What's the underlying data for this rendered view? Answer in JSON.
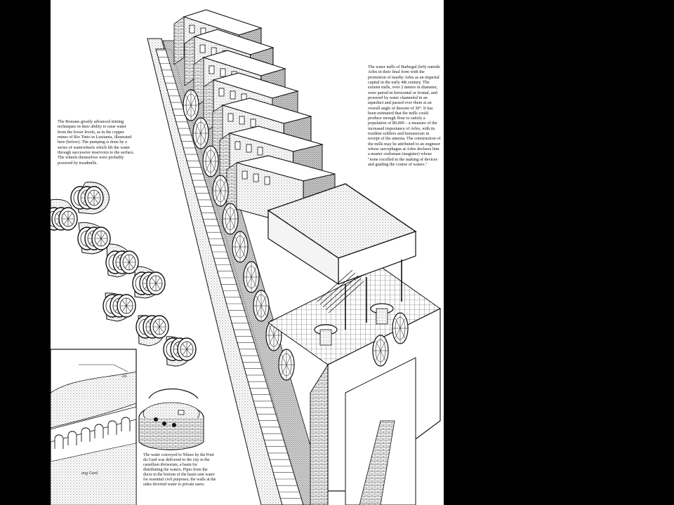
{
  "captions": {
    "left": "The Romans greatly advanced mining techniques in their ability to raise water from the lower levels, as in the copper mines of Rio Tinto in Lusitania, illustrated here (below). The pumping is done by a series of waterwheels which lift the water through successive reservoirs to the surface. The wheels themselves were probably powered by treadmills.",
    "right": "The water mills of Barbegal (left) outside Arles in their final form with the promotion of nearby Arles as an imperial capital in the early 4th century. The sixteen mills, over 2 meters in diameter, were paired in horizontal or frontal, and powered by water channeled in an aqueduct and passed over them at an overall angle of descent of 30°. It has been estimated that the mills could produce enough flour to satisfy a population of 80,000 – a measure of the increased importance of Arles, with its resident soldiers and bureaucrats in receipt of the annona. The construction of the mills may be attributed to an engineer whose sarcophagus at Arles declares him a master craftsman (magister) whose \"none excelled in the making of devices and guiding the course of waters.\"",
    "bottom": "The water conveyed to Nîmes by the Pont du Gard was delivered to the city in the castellum divisorum, a basin for distributing the waters. Pipes from the ducts in the bottom of the basin sent water for essential civil purposes; the walls at the sides diverted water to private users."
  },
  "inset": {
    "label": "ang Gard",
    "mark": "Ш"
  },
  "colors": {
    "page_background": "#ffffff",
    "ink": "#111111",
    "shade": "#b8b8b8",
    "margin": "#000000"
  }
}
